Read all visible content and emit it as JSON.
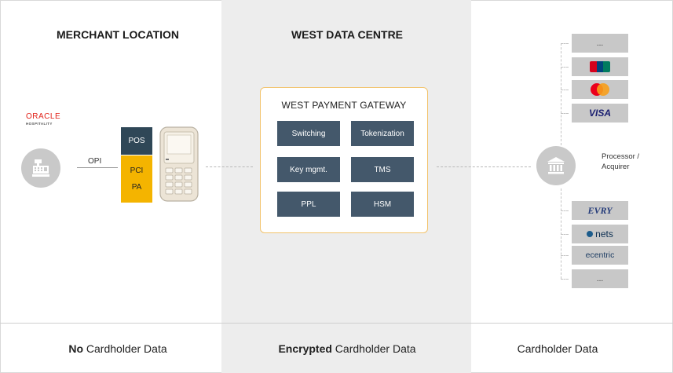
{
  "columns": {
    "merchant": {
      "title": "MERCHANT LOCATION"
    },
    "datacentre": {
      "title": "WEST DATA CENTRE"
    }
  },
  "footer": {
    "left": {
      "emphasis": "No",
      "rest": " Cardholder Data"
    },
    "center": {
      "emphasis": "Encrypted",
      "rest": " Cardholder Data"
    },
    "right": {
      "text": "Cardholder Data"
    }
  },
  "merchant": {
    "oracle_name": "ORACLE",
    "oracle_sub": "HOSPITALITY",
    "link_label": "OPI",
    "pos_label": "POS",
    "pci_label": "PCI",
    "pa_label": "PA",
    "icons": {
      "register": "cash-register-icon",
      "terminal": "payment-terminal-icon"
    }
  },
  "gateway": {
    "title": "WEST PAYMENT GATEWAY",
    "modules": [
      "Switching",
      "Tokenization",
      "Key mgmt.",
      "TMS",
      "PPL",
      "HSM"
    ]
  },
  "acquirer": {
    "label_line1": "Processor /",
    "label_line2": "Acquirer",
    "icon": "bank-icon"
  },
  "schemes_top": {
    "ellipsis": "...",
    "unionpay": "unionpay-logo",
    "mastercard": "mastercard-logo",
    "visa": "VISA"
  },
  "schemes_bottom": {
    "evry": "EVRY",
    "nets": "nets",
    "ecentric": "ecentric",
    "ellipsis": "..."
  },
  "colors": {
    "pos_block": "#2f4757",
    "pci_block": "#f4b400",
    "gateway_border": "#f2c36b",
    "module_box": "#44586b",
    "center_band": "#ededed",
    "icon_circle": "#c9c9c9"
  }
}
